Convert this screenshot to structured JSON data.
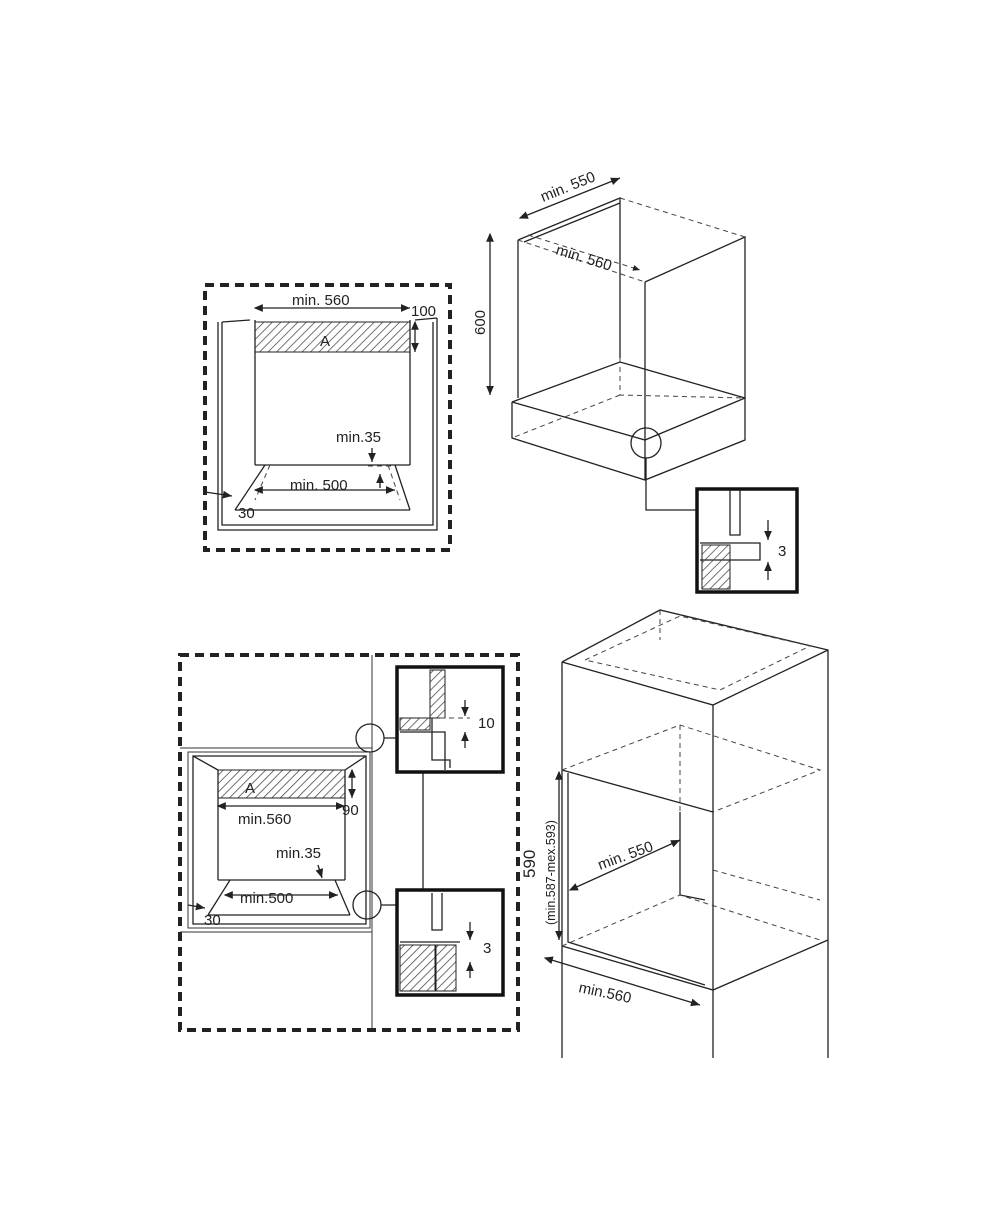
{
  "title": "Oven built-in installation dimensions",
  "under_counter_front": {
    "width_label": "min. 560",
    "top_gap_label": "100",
    "area_label": "A",
    "rear_gap_label": "min.35",
    "bottom_width_label": "min. 500",
    "side_label": "30"
  },
  "under_counter_3d": {
    "depth_top_label": "min. 550",
    "width_label": "min. 560",
    "height_label": "600",
    "detail_gap_label": "3"
  },
  "tall_unit_front": {
    "area_label": "A",
    "top_gap_label": "90",
    "width_label": "min.560",
    "rear_gap_label": "min.35",
    "bottom_width_label": "min.500",
    "side_label": "30",
    "detail_top_gap_label": "10",
    "detail_bottom_gap_label": "3"
  },
  "tall_unit_3d": {
    "height_label": "590",
    "height_range_label": "(min.587-mex.593)",
    "depth_label": "min. 550",
    "width_label": "min.560"
  }
}
